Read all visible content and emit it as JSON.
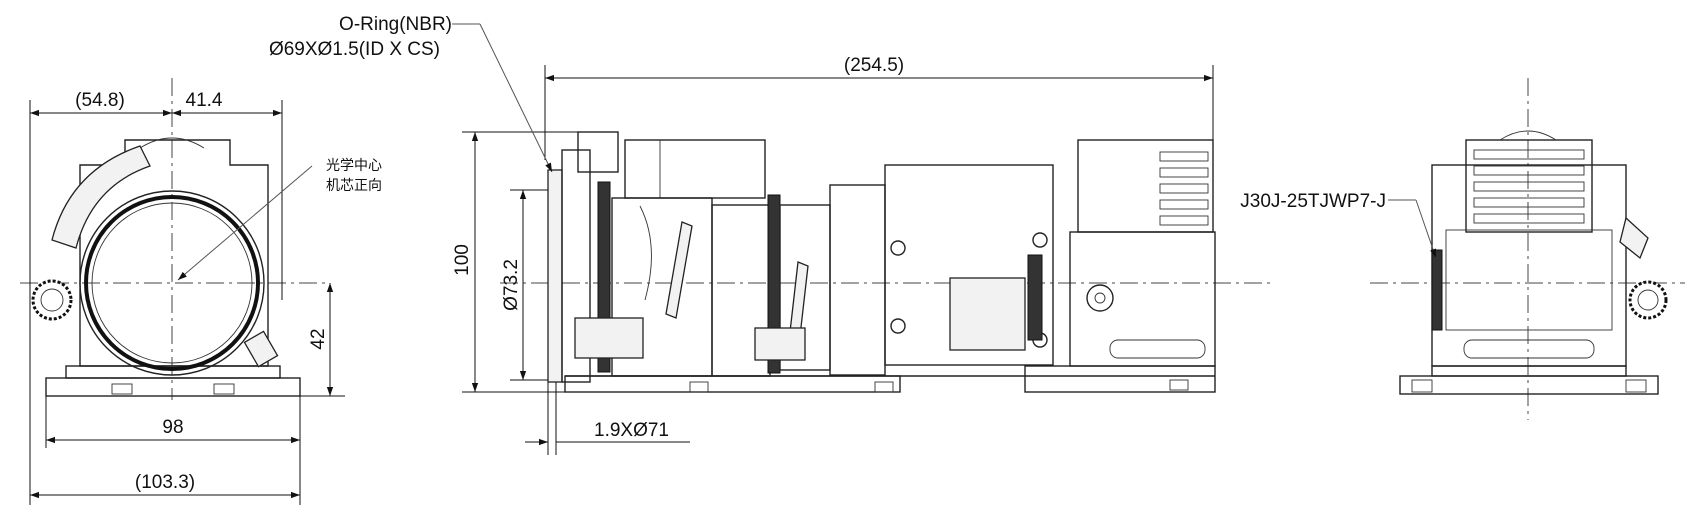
{
  "drawing": {
    "labels": {
      "oring_line1": "O-Ring(NBR)",
      "oring_line2": "Ø69XØ1.5(ID X CS)",
      "overall_length": "(254.5)",
      "left_offset": "(54.8)",
      "right_offset": "41.4",
      "optical_center_line1": "光学中心",
      "optical_center_line2": "机芯正向",
      "center_height": "42",
      "base_width": "98",
      "total_width": "(103.3)",
      "height": "100",
      "lens_diameter": "Ø73.2",
      "flange": "1.9XØ71",
      "connector": "J30J-25TJWP7-J"
    },
    "colors": {
      "line": "#222222",
      "background": "#ffffff"
    }
  }
}
